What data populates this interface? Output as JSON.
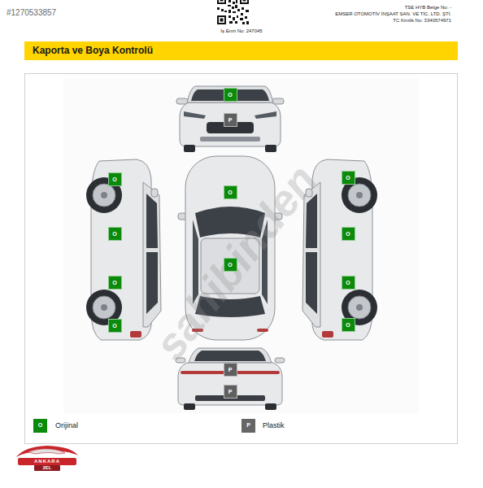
{
  "diagram": {
    "title": "Kaporta ve Boya Kontrolü",
    "nodes": [
      {
        "text": [
          "O"
        ]
      },
      {
        "text": [
          "P"
        ]
      },
      {
        "text": [
          "O"
        ]
      },
      {
        "text": [
          "O"
        ]
      },
      {
        "text": [
          "O"
        ]
      },
      {
        "text": [
          "O"
        ]
      },
      {
        "text": [
          "O"
        ]
      },
      {
        "text": [
          "O"
        ]
      },
      {
        "text": [
          "O"
        ]
      },
      {
        "text": [
          "O"
        ]
      },
      {
        "text": [
          "O"
        ]
      },
      {
        "text": [
          "O"
        ]
      },
      {
        "text": [
          "P"
        ]
      },
      {
        "text": [
          "P"
        ]
      }
    ],
    "labels": [
      "#1270533857",
      "İş Emri No: 247045",
      "TSE HYB Belge No: -",
      "EMSER OTOMOTİV İNŞAAT SAN. VE TİC. LTD. ŞTİ.",
      "TC Kimlik No: 3340574971",
      "O",
      "P",
      "sahibinden",
      "ANKARA",
      "2EL"
    ],
    "legend": [
      {
        "text": "Orijinal",
        "color": "#0b8a0b"
      },
      {
        "text": "Plastik",
        "color": "#666666"
      }
    ]
  }
}
